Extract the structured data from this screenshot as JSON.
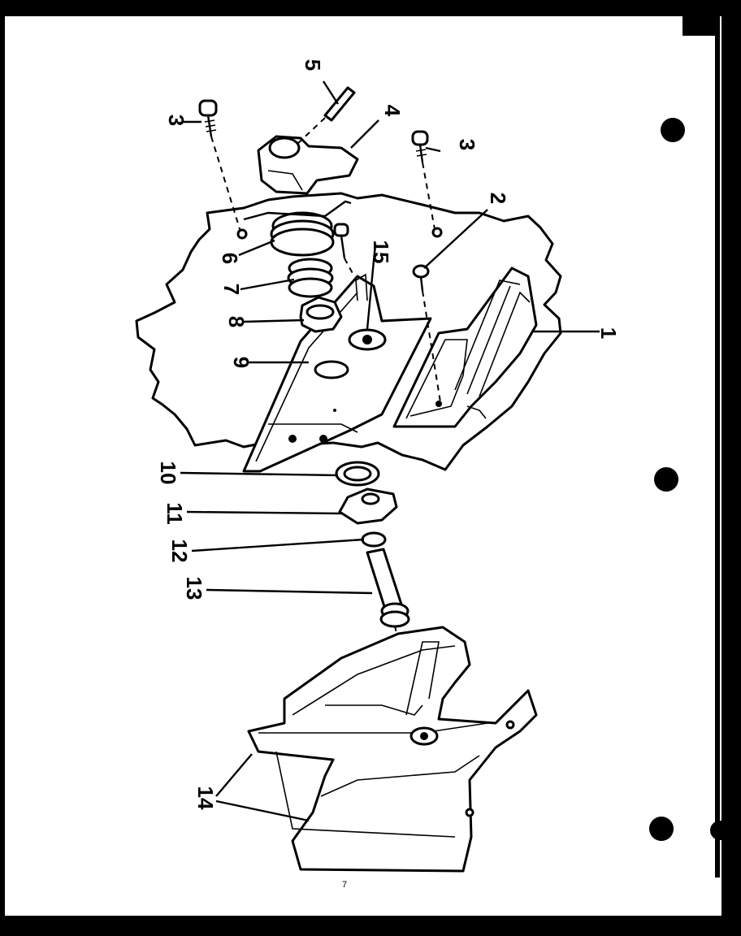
{
  "diagram": {
    "callouts": [
      "1",
      "2",
      "3",
      "3",
      "4",
      "5",
      "6",
      "7",
      "8",
      "9",
      "10",
      "11",
      "12",
      "13",
      "14",
      "15"
    ],
    "page_number": "7"
  }
}
